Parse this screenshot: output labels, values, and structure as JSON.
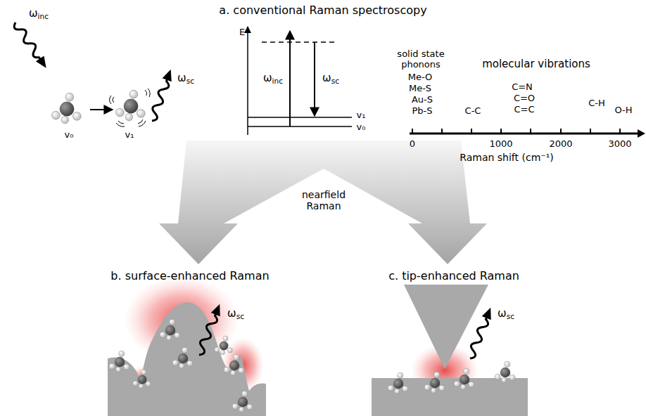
{
  "diagram": {
    "labels": [
      "a. conventional Raman spectroscopy",
      "ωinc",
      "v₀",
      "v₁",
      "ωsc",
      "E",
      "ωinc",
      "ωsc",
      "v₁",
      "v₀",
      "solid state phonons",
      "molecular vibrations",
      "Me-O",
      "Me-S",
      "Au-S",
      "Pb-S",
      "C-C",
      "C=N",
      "C=O",
      "C=C",
      "C-H",
      "O-H",
      "0",
      "1000",
      "2000",
      "3000",
      "Raman shift (cm⁻¹)",
      "nearfield Raman",
      "b. surface-enhanced Raman",
      "ωsc",
      "c. tip-enhanced Raman",
      "ωsc"
    ]
  }
}
